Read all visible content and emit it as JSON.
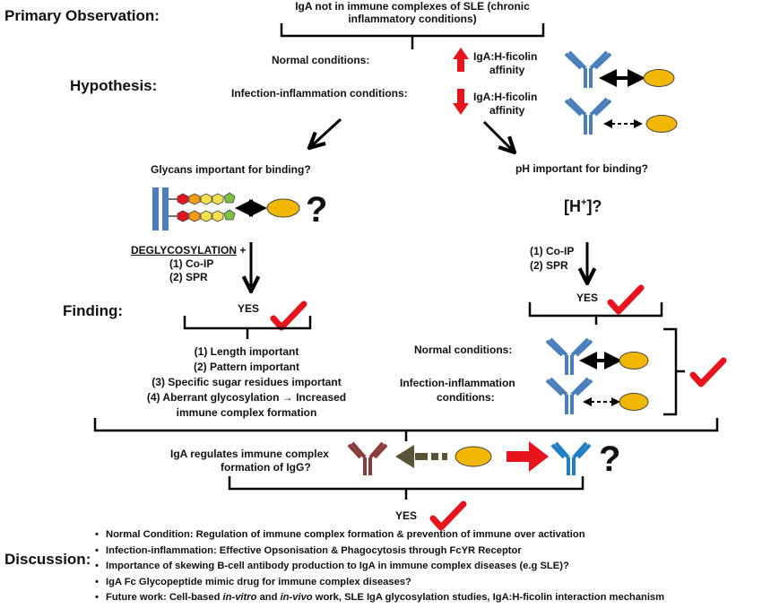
{
  "labels": {
    "primary_observation": "Primary Observation:",
    "hypothesis": "Hypothesis:",
    "finding": "Finding:",
    "discussion": "Discussion:"
  },
  "observation": {
    "line1": "IgA not in immune complexes of SLE (chronic",
    "line2": "inflammatory conditions)"
  },
  "hypothesis": {
    "normal": "Normal conditions:",
    "infection": "Infection-inflammation conditions:",
    "affinity_up_1": "IgA:H-ficolin",
    "affinity_up_2": "affinity",
    "affinity_down_1": "IgA:H-ficolin",
    "affinity_down_2": "affinity"
  },
  "left_branch": {
    "question": "Glycans  important  for binding?",
    "question_mark": "?",
    "deglyco": "DEGLYCOSYLATION",
    "plus": " +",
    "method1": "(1)  Co-IP",
    "method2": "(2)  SPR",
    "yes": "YES",
    "findings": [
      "(1) Length important",
      "(2) Pattern important",
      "(3) Specific sugar residues important",
      "(4) Aberrant glycosylation → Increased",
      "immune complex formation"
    ]
  },
  "right_branch": {
    "question": "pH important  for binding?",
    "hplus": "[H",
    "hplus_sup": "+",
    "hplus_tail": "]?",
    "method1": "(1)  Co-IP",
    "method2": "(2)  SPR",
    "yes": "YES",
    "normal": "Normal conditions:",
    "infection_1": "Infection-inflammation",
    "infection_2": "conditions:"
  },
  "regulation": {
    "line1": "IgA regulates  immune complex",
    "line2": "formation of IgG?",
    "question_mark": "?",
    "yes": "YES"
  },
  "discussion_items": [
    {
      "pre": "Normal Condition: Regulation of immune complex formation & prevention of immune over activation"
    },
    {
      "pre": "Infection-inflammation: Effective Opsonisation & Phagocytosis through FcYR Receptor"
    },
    {
      "pre": "Importance of skewing B-cell antibody production to IgA in immune complex diseases (e.g SLE)?"
    },
    {
      "pre": "IgA Fc Glycopeptide mimic drug for immune complex diseases?"
    },
    {
      "pre": "Future work: Cell-based ",
      "it1": "in-vitro",
      "mid": " and ",
      "it2": "in-vivo",
      "post": " work, SLE IgA glycosylation studies, IgA:H-ficolin interaction mechanism"
    }
  ],
  "colors": {
    "antibody_blue": "#4a7fbd",
    "antibody_iga_blue": "#1f7fc4",
    "antibody_igg_brown": "#8b3a3a",
    "ficolin_yellow": "#f2b705",
    "red_arrow": "#e8141b",
    "check_red": "#e8141b",
    "olive_arrow": "#5b5336"
  },
  "icons": [
    "antibody-icon",
    "ficolin-icon",
    "glycan-chain-icon",
    "checkmark-icon",
    "arrow-icon"
  ]
}
